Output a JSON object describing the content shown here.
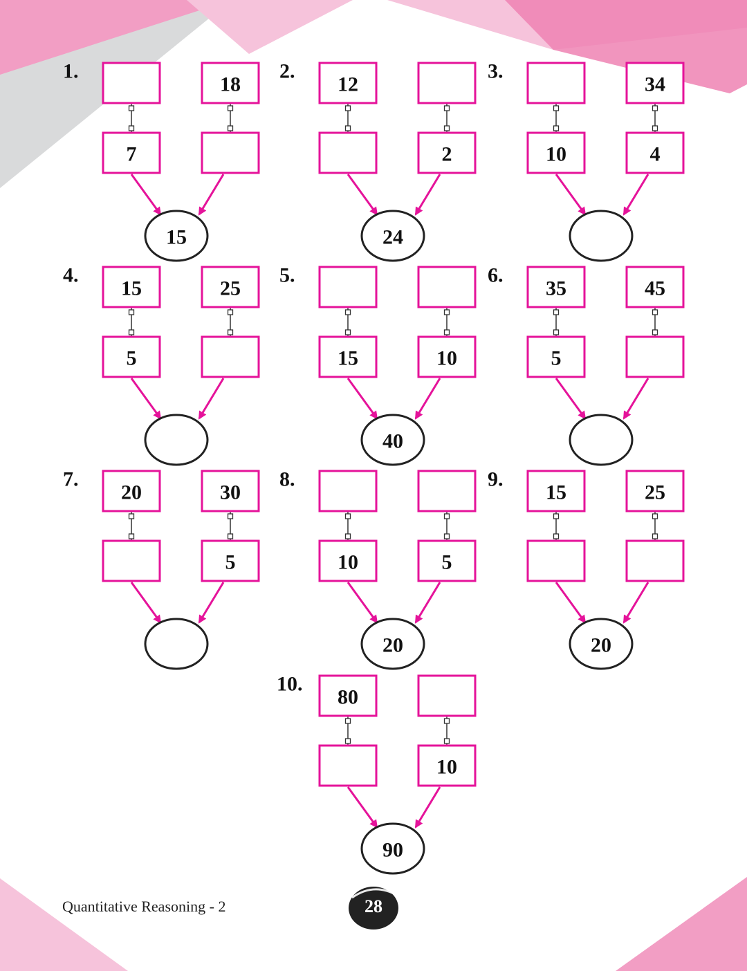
{
  "colors": {
    "accent": "#e5139a",
    "outline": "#222222",
    "pink_light": "#f6c3db",
    "pink_mid": "#f29ec4",
    "pink_dark": "#ef82b3",
    "grey": "#d9dadb"
  },
  "puzzles": [
    {
      "label": "1.",
      "tl": "",
      "tr": "18",
      "bl": "7",
      "br": "",
      "result": "15"
    },
    {
      "label": "2.",
      "tl": "12",
      "tr": "",
      "bl": "",
      "br": "2",
      "result": "24"
    },
    {
      "label": "3.",
      "tl": "",
      "tr": "34",
      "bl": "10",
      "br": "4",
      "result": ""
    },
    {
      "label": "4.",
      "tl": "15",
      "tr": "25",
      "bl": "5",
      "br": "",
      "result": ""
    },
    {
      "label": "5.",
      "tl": "",
      "tr": "",
      "bl": "15",
      "br": "10",
      "result": "40"
    },
    {
      "label": "6.",
      "tl": "35",
      "tr": "45",
      "bl": "5",
      "br": "",
      "result": ""
    },
    {
      "label": "7.",
      "tl": "20",
      "tr": "30",
      "bl": "",
      "br": "5",
      "result": ""
    },
    {
      "label": "8.",
      "tl": "",
      "tr": "",
      "bl": "10",
      "br": "5",
      "result": "20"
    },
    {
      "label": "9.",
      "tl": "15",
      "tr": "25",
      "bl": "",
      "br": "",
      "result": "20"
    },
    {
      "label": "10.",
      "tl": "80",
      "tr": "",
      "bl": "",
      "br": "10",
      "result": "90"
    }
  ],
  "footer": {
    "book_title": "Quantitative Reasoning - 2",
    "page_number": "28"
  }
}
